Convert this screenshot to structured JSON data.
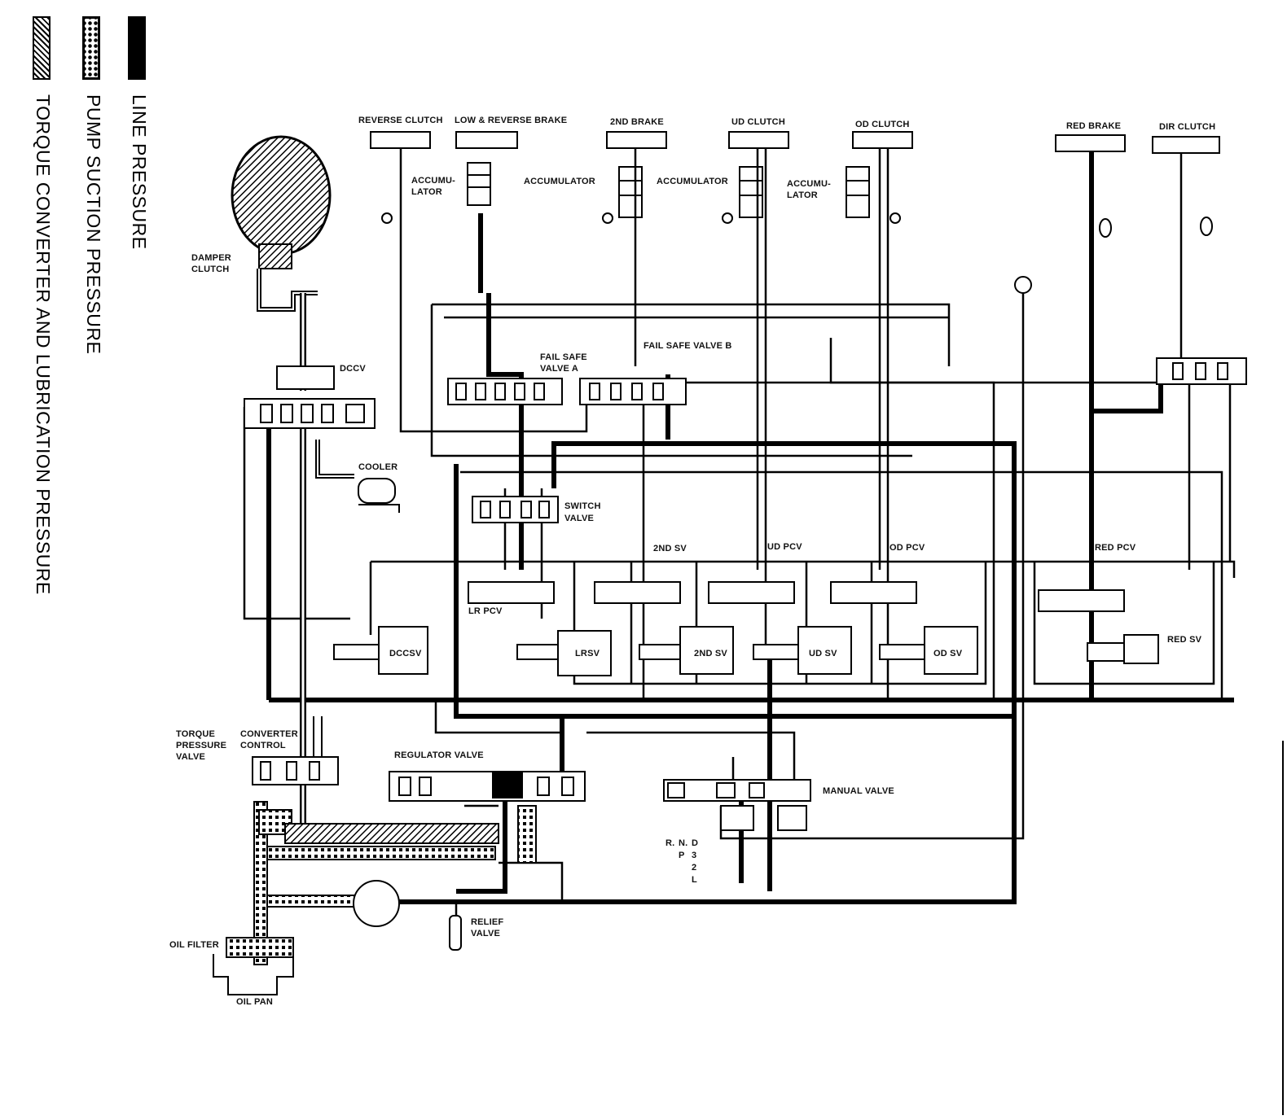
{
  "legend": {
    "line": "LINE PRESSURE",
    "pump": "PUMP SUCTION PRESSURE",
    "torque": "TORQUE CONVERTER AND LUBRICATION PRESSURE"
  },
  "labels": {
    "reverse_clutch": "REVERSE CLUTCH",
    "low_reverse_brake": "LOW & REVERSE BRAKE",
    "second_brake": "2ND BRAKE",
    "ud_clutch": "UD CLUTCH",
    "od_clutch": "OD CLUTCH",
    "red_brake": "RED BRAKE",
    "dir_clutch": "DIR CLUTCH",
    "accumulator_1a": "ACCUMU-",
    "accumulator_1b": "LATOR",
    "accumulator_2": "ACCUMULATOR",
    "accumulator_3": "ACCUMULATOR",
    "accumulator_4a": "ACCUMU-",
    "accumulator_4b": "LATOR",
    "damper_clutch_a": "DAMPER",
    "damper_clutch_b": "CLUTCH",
    "dccv": "DCCV",
    "fail_safe_a_1": "FAIL SAFE",
    "fail_safe_a_2": "VALVE A",
    "fail_safe_b": "FAIL SAFE VALVE B",
    "cooler": "COOLER",
    "switch_valve_1": "SWITCH",
    "switch_valve_2": "VALVE",
    "second_sv_top": "2ND SV",
    "ud_pcv": "UD PCV",
    "od_pcv": "OD PCV",
    "red_pcv": "RED PCV",
    "lr_pcv": "LR PCV",
    "dccsv": "DCCSV",
    "lrsv": "LRSV",
    "second_sv": "2ND SV",
    "ud_sv": "UD SV",
    "od_sv": "OD SV",
    "red_sv": "RED SV",
    "torque_pressure_1": "TORQUE",
    "torque_pressure_2": "PRESSURE",
    "torque_pressure_3": "VALVE",
    "converter_control_1": "CONVERTER",
    "converter_control_2": "CONTROL",
    "regulator_valve": "REGULATOR VALVE",
    "manual_valve": "MANUAL VALVE",
    "shift_r": "R.",
    "shift_n": "N.",
    "shift_d": "D",
    "shift_p": "P",
    "shift_3": "3",
    "shift_2": "2",
    "shift_l": "L",
    "relief_1": "RELIEF",
    "relief_2": "VALVE",
    "oil_filter": "OIL FILTER",
    "oil_pan": "OIL PAN"
  }
}
